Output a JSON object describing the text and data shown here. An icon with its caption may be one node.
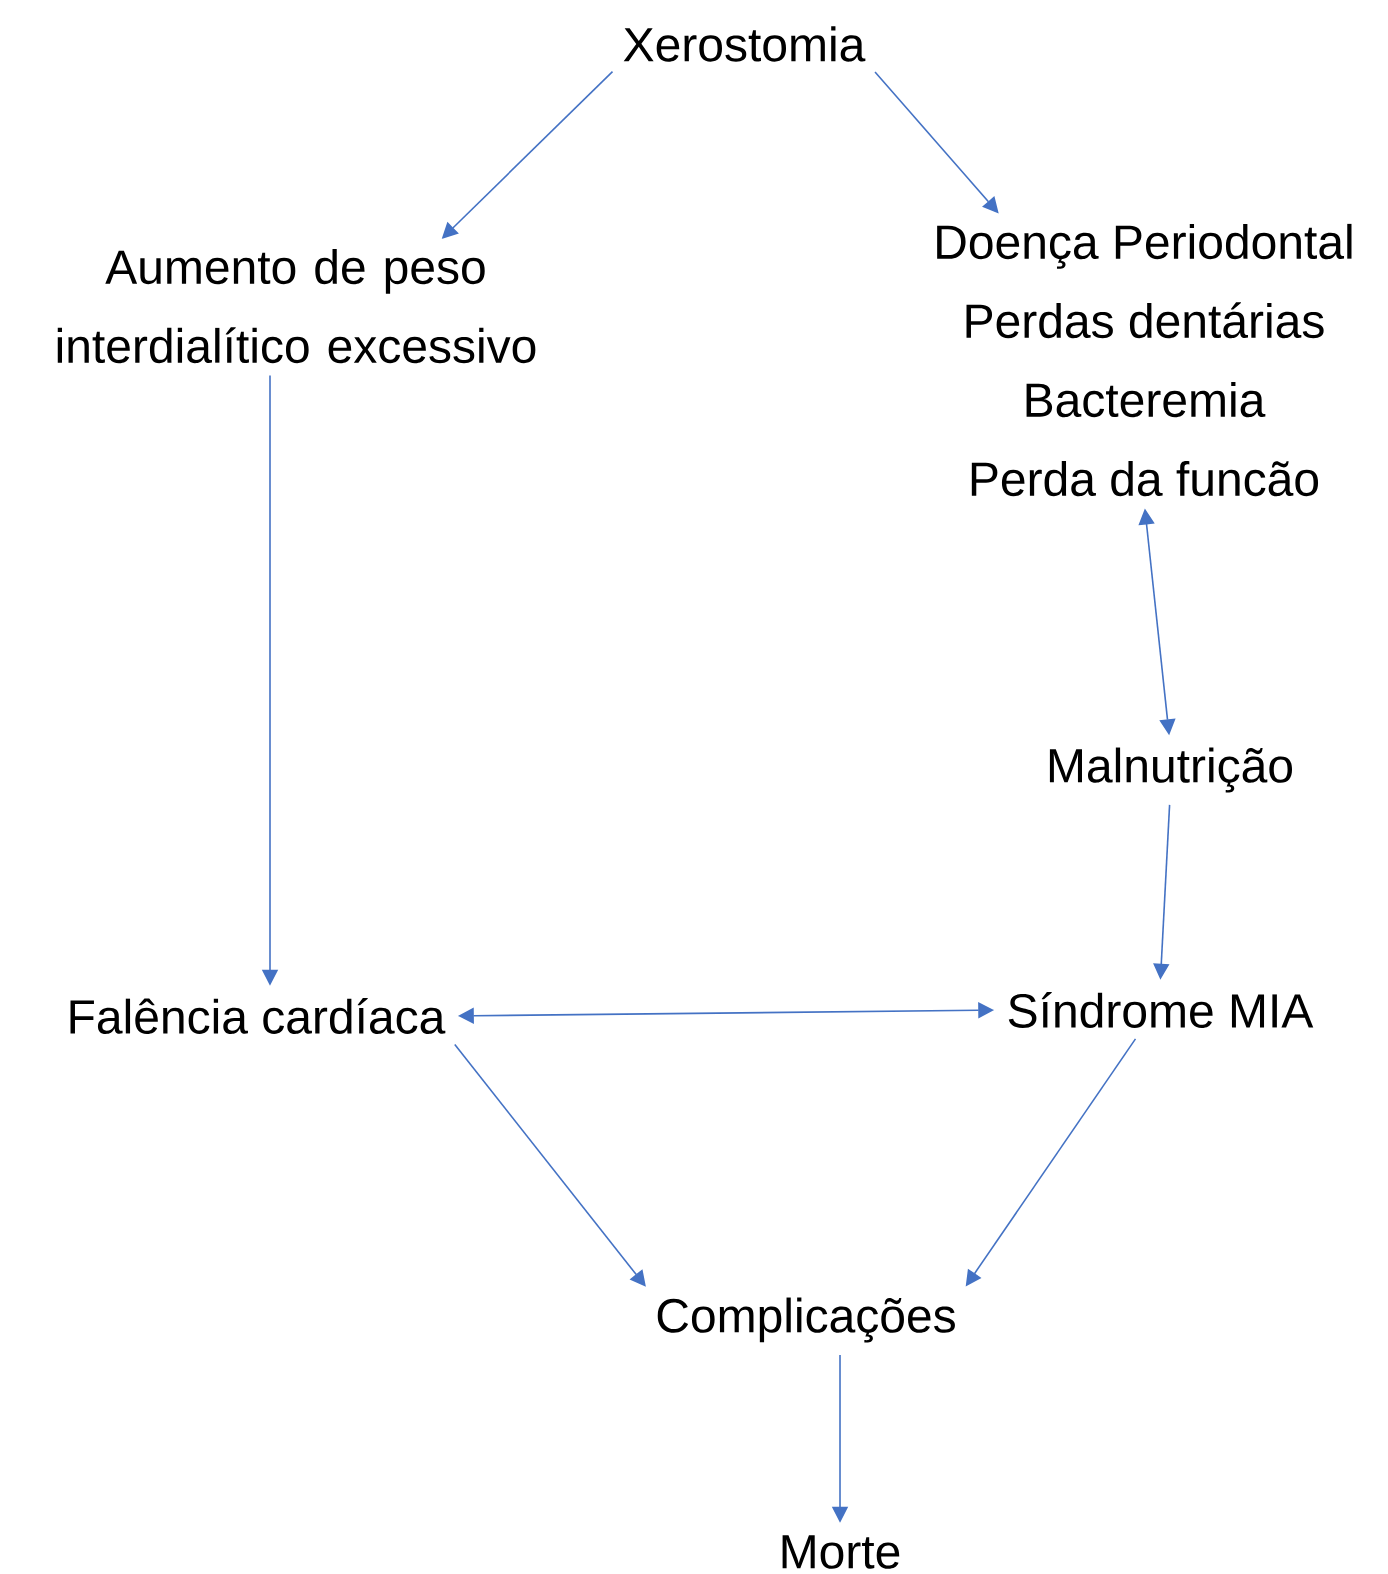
{
  "diagram": {
    "nodes": [
      {
        "text": [
          "Xerostomia"
        ]
      },
      {
        "text": [
          "Aumento de peso interdialítico excessivo"
        ]
      },
      {
        "text": [
          "Doença Periodontal",
          "Perdas dentárias",
          "Bacteremia",
          "Perda da funcão"
        ]
      },
      {
        "text": [
          "Malnutrição"
        ]
      },
      {
        "text": [
          "Falência cardíaca"
        ]
      },
      {
        "text": [
          "Síndrome MIA"
        ]
      },
      {
        "text": [
          "Complicações"
        ]
      },
      {
        "text": [
          "Morte"
        ]
      }
    ],
    "edges": [
      {
        "from": 0,
        "to": 1,
        "arrow": "to"
      },
      {
        "from": 0,
        "to": 2,
        "arrow": "to"
      },
      {
        "from": 2,
        "to": 3,
        "arrow": "both"
      },
      {
        "from": 1,
        "to": 4,
        "arrow": "to"
      },
      {
        "from": 3,
        "to": 5,
        "arrow": "to"
      },
      {
        "from": 4,
        "to": 5,
        "arrow": "both"
      },
      {
        "from": 4,
        "to": 6,
        "arrow": "to"
      },
      {
        "from": 5,
        "to": 6,
        "arrow": "to"
      },
      {
        "from": 6,
        "to": 7,
        "arrow": "to"
      }
    ]
  }
}
